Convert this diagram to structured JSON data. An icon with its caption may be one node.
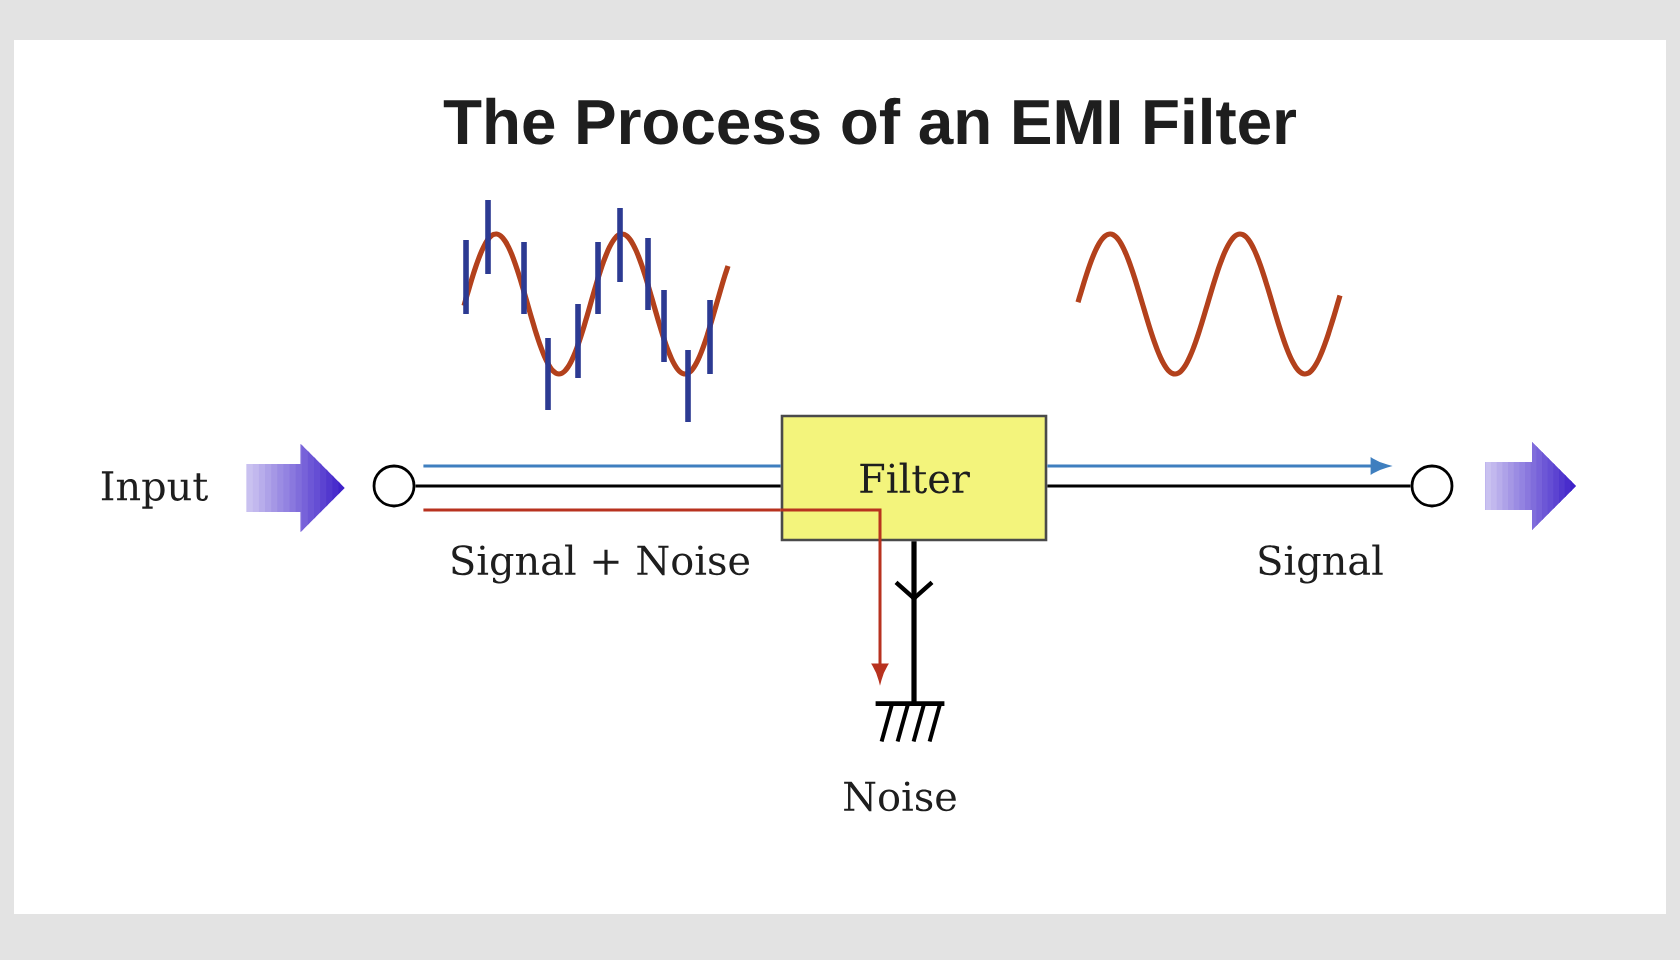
{
  "diagram": {
    "title": "The Process of an EMI Filter",
    "nodes": [
      {
        "text": [
          "Input"
        ]
      },
      {
        "text": [],
        "shape": "circle"
      },
      {
        "text": [
          "Filter"
        ]
      },
      {
        "text": [],
        "shape": "circle"
      },
      {
        "text": [],
        "shape": "ground",
        "beside": [
          "Noise"
        ]
      }
    ],
    "edges": [
      {
        "from": 0,
        "to": 1,
        "arrow": "to",
        "style": "thick",
        "color": "#3f22c9"
      },
      {
        "from": 1,
        "to": 2,
        "arrow": "none"
      },
      {
        "from": 1,
        "to": 2,
        "arrow": "none",
        "color": "#3f7fbf"
      },
      {
        "from": 1,
        "to": 2,
        "arrow": "none",
        "color": "#b8321f"
      },
      {
        "from": 2,
        "to": 4,
        "arrow": "to",
        "color": "#b8321f"
      },
      {
        "from": 2,
        "to": 3,
        "arrow": "none"
      },
      {
        "from": 2,
        "to": 3,
        "arrow": "to",
        "color": "#3f7fbf"
      },
      {
        "from": 2,
        "to": 4,
        "arrow": "to"
      },
      {
        "from": 3,
        "to": null,
        "arrow": "to",
        "style": "thick",
        "color": "#3f22c9"
      }
    ],
    "labels": [
      "Signal + Noise",
      "Signal"
    ]
  }
}
